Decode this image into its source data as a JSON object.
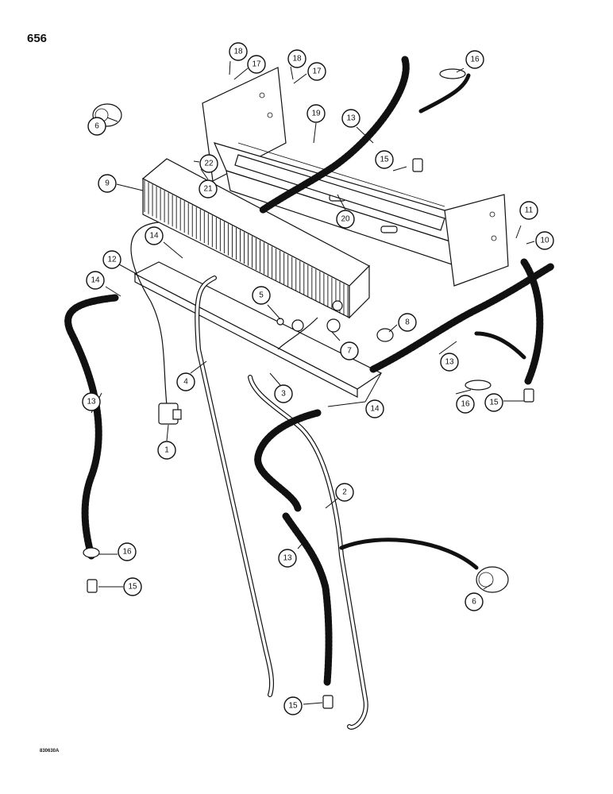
{
  "page_number": "656",
  "figure_code": "830630A",
  "callouts": [
    {
      "label": "1"
    },
    {
      "label": "2"
    },
    {
      "label": "3"
    },
    {
      "label": "4"
    },
    {
      "label": "5"
    },
    {
      "label": "6"
    },
    {
      "label": "6"
    },
    {
      "label": "7"
    },
    {
      "label": "8"
    },
    {
      "label": "9"
    },
    {
      "label": "10"
    },
    {
      "label": "11"
    },
    {
      "label": "12"
    },
    {
      "label": "13"
    },
    {
      "label": "13"
    },
    {
      "label": "13"
    },
    {
      "label": "13"
    },
    {
      "label": "14"
    },
    {
      "label": "14"
    },
    {
      "label": "14"
    },
    {
      "label": "15"
    },
    {
      "label": "15"
    },
    {
      "label": "15"
    },
    {
      "label": "15"
    },
    {
      "label": "16"
    },
    {
      "label": "16"
    },
    {
      "label": "16"
    },
    {
      "label": "17"
    },
    {
      "label": "17"
    },
    {
      "label": "18"
    },
    {
      "label": "18"
    },
    {
      "label": "19"
    },
    {
      "label": "20"
    },
    {
      "label": "21"
    },
    {
      "label": "22"
    }
  ]
}
